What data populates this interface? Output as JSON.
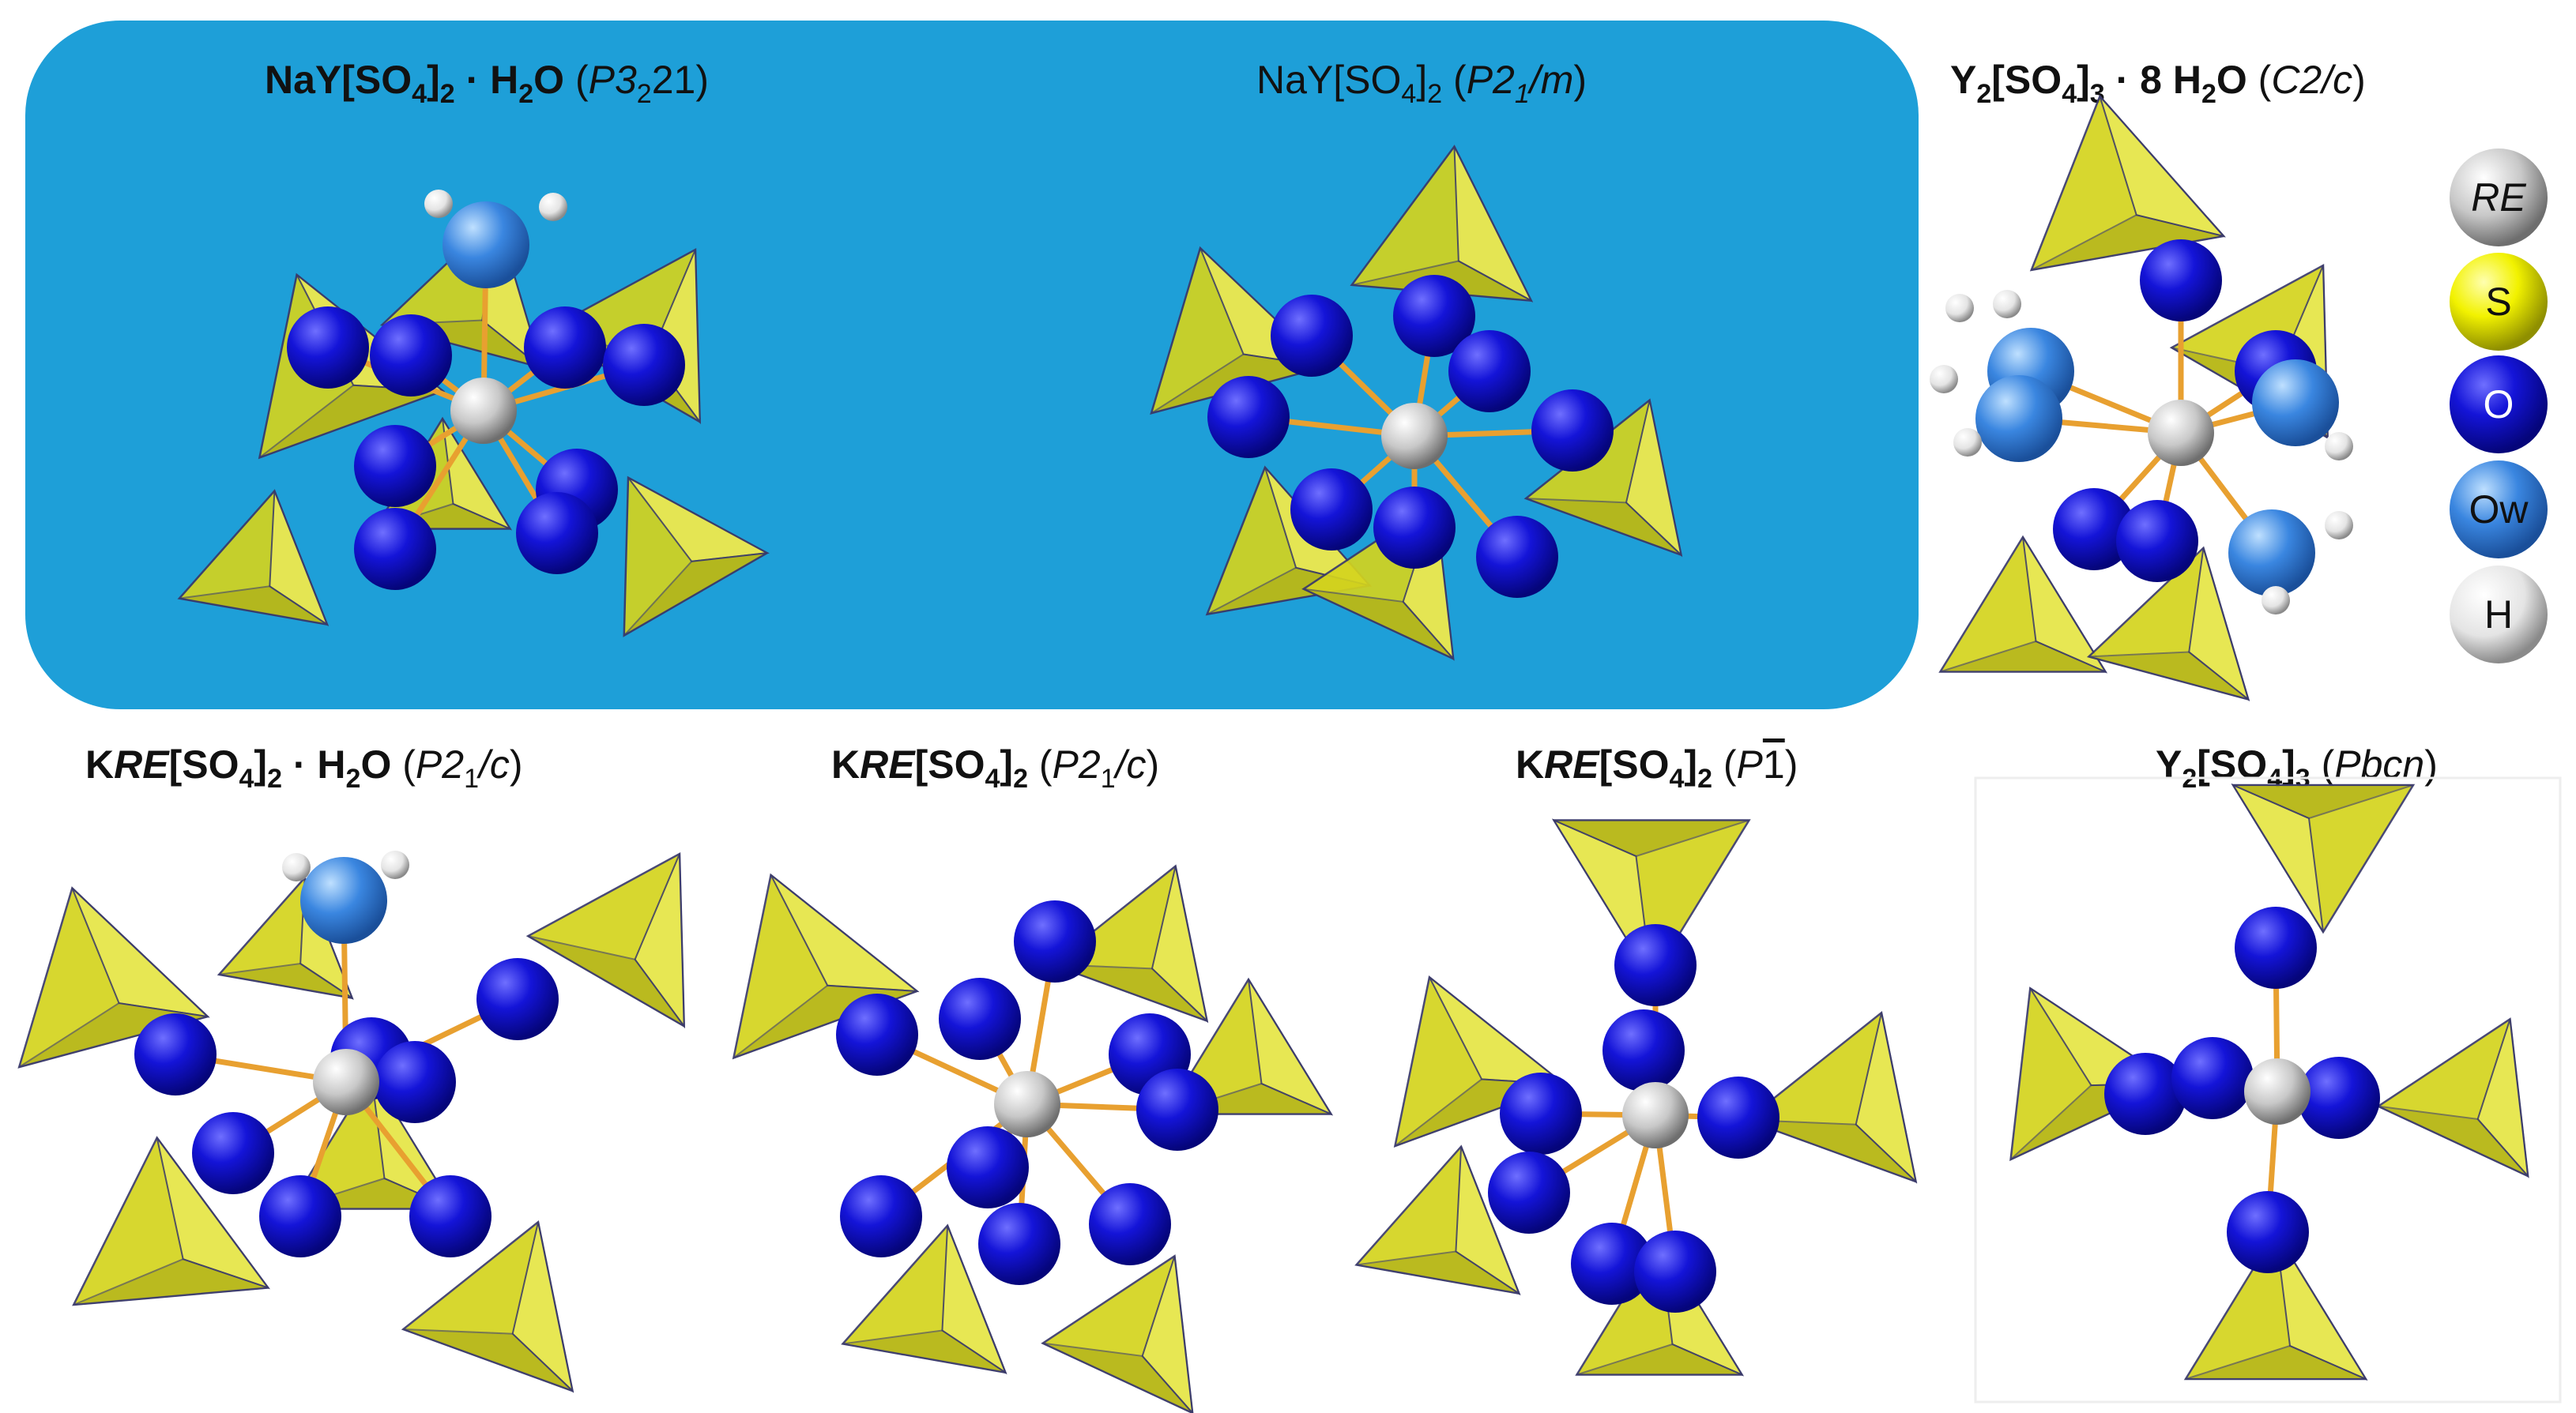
{
  "panels": [
    {
      "formula_main": "NaY[SO",
      "sub1": "4",
      "close": "]",
      "sub2": "2",
      "tail": " · H",
      "sub3": "2",
      "tail2": "O",
      "space_group": "P3",
      "sg_sub": "2",
      "sg_tail": "21",
      "open": " (",
      "end": ")"
    },
    {
      "formula_main": "NaY[SO",
      "sub1": "4",
      "close": "]",
      "sub2": "2",
      "space_group": "P2",
      "sg_sub": "1",
      "sg_tail": "/m",
      "open": " (",
      "end": ")"
    },
    {
      "formula_main": "Y",
      "sub0": "2",
      "mid": "[SO",
      "sub1": "4",
      "close": "]",
      "sub2": "3",
      "tail": " · 8 H",
      "sub3": "2",
      "tail2": "O",
      "space_group": "C2/c",
      "open": " (",
      "end": ")"
    },
    {
      "formula_main": "K",
      "re": "RE",
      "mid": "[SO",
      "sub1": "4",
      "close": "]",
      "sub2": "2",
      "tail": " · H",
      "sub3": "2",
      "tail2": "O",
      "space_group": "P2",
      "sg_sub": "1",
      "sg_tail": "/c",
      "open": " (",
      "end": ")"
    },
    {
      "formula_main": "K",
      "re": "RE",
      "mid": "[SO",
      "sub1": "4",
      "close": "]",
      "sub2": "2",
      "space_group": "P2",
      "sg_sub": "1",
      "sg_tail": "/c",
      "open": " (",
      "end": ")"
    },
    {
      "formula_main": "K",
      "re": "RE",
      "mid": "[SO",
      "sub1": "4",
      "close": "]",
      "sub2": "2",
      "space_group": "P",
      "sg_bar": "1",
      "open": " (",
      "end": ")"
    },
    {
      "formula_main": "Y",
      "sub0": "2",
      "mid": "[SO",
      "sub1": "4",
      "close": "]",
      "sub2": "3",
      "space_group": "Pbcn",
      "open": " (",
      "end": ")"
    }
  ],
  "legend": [
    {
      "label": "RE",
      "color": "#c8c8c8"
    },
    {
      "label": "S",
      "color": "#f2f200"
    },
    {
      "label": "O",
      "color": "#1a1ad6"
    },
    {
      "label": "Ow",
      "color": "#3a86e0"
    },
    {
      "label": "H",
      "color": "#e8e8e8"
    }
  ],
  "colors": {
    "highlight_box": "#1e9fd8",
    "tetra": "#d4d41e",
    "bond": "#e8a030"
  }
}
